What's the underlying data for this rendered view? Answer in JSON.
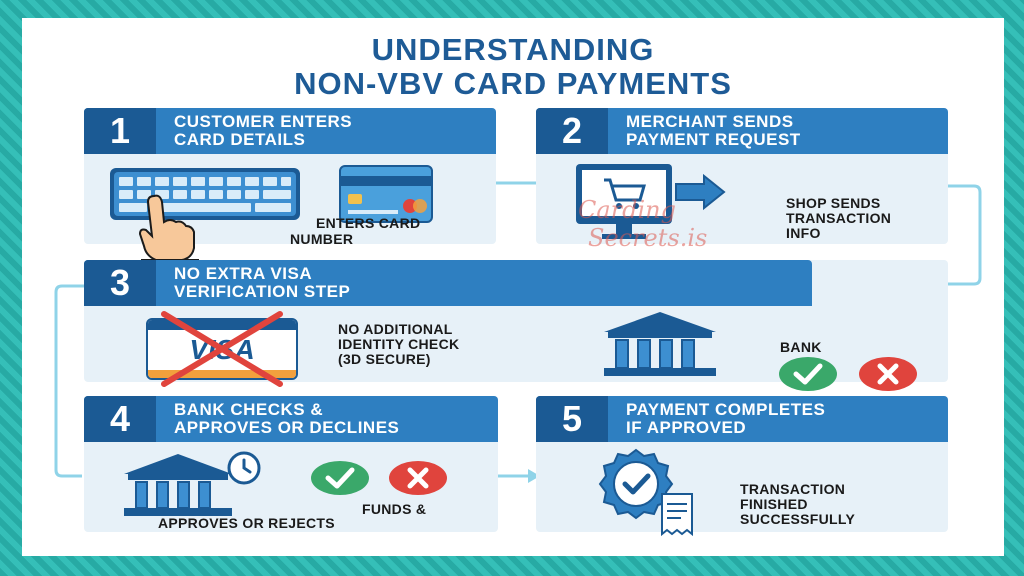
{
  "title": {
    "line1": "UNDERSTANDING",
    "line2": "NON-VBV CARD PAYMENTS"
  },
  "steps": [
    {
      "number": "1",
      "heading1": "CUSTOMER ENTERS",
      "heading2": "CARD DETAILS",
      "labels": [
        "ENTERS CARD",
        "NUMBER"
      ]
    },
    {
      "number": "2",
      "heading1": "MERCHANT SENDS",
      "heading2": "PAYMENT REQUEST",
      "labels": [
        "SHOP SENDS",
        "TRANSACTION",
        "INFO"
      ]
    },
    {
      "number": "3",
      "heading1": "NO EXTRA VISA",
      "heading2": "VERIFICATION STEP",
      "labels": [
        "NO ADDITIONAL",
        "IDENTITY CHECK",
        "(3D SECURE)"
      ],
      "bank_label": "BANK",
      "card_brand": "VISA"
    },
    {
      "number": "4",
      "heading1": "BANK CHECKS &",
      "heading2": "APPROVES OR DECLINES",
      "labels": [
        "FUNDS &",
        "APPROVES OR REJECTS"
      ]
    },
    {
      "number": "5",
      "heading1": "PAYMENT COMPLETES",
      "heading2": "IF APPROVED",
      "labels": [
        "TRANSACTION",
        "FINISHED",
        "SUCCESSFULLY"
      ]
    }
  ],
  "watermark": {
    "line1": "Carding",
    "line2": "Secrets.is"
  },
  "colors": {
    "dark_blue": "#1b5a94",
    "bar_blue": "#2e7fc1",
    "approve_green": "#3aa86a",
    "decline_red": "#e0443d",
    "connector": "#8fd3e8"
  }
}
